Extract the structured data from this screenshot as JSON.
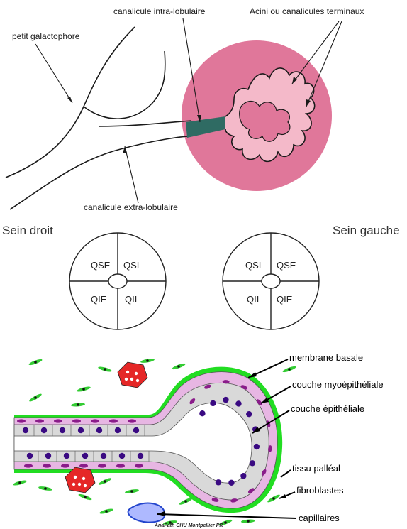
{
  "panel_top": {
    "labels": {
      "petit_galactophore": "petit galactophore",
      "canalicule_intra": "canalicule intra-lobulaire",
      "acini": "Acini ou canalicules terminaux",
      "canalicule_extra": "canalicule extra-lobulaire"
    },
    "colors": {
      "lobule": "#e0779a",
      "intra_duct": "#2f6b63",
      "line": "#1a1a1a"
    }
  },
  "panel_quadrants": {
    "sein_droit": {
      "title": "Sein droit",
      "quadrants": {
        "top_left": "QSE",
        "top_right": "QSI",
        "bottom_left": "QIE",
        "bottom_right": "QII"
      }
    },
    "sein_gauche": {
      "title": "Sein gauche",
      "quadrants": {
        "top_left": "QSI",
        "top_right": "QSE",
        "bottom_left": "QII",
        "bottom_right": "QIE"
      }
    }
  },
  "panel_histo": {
    "labels": {
      "membrane_basale": "membrane basale",
      "couche_myo": "couche myoépithéliale",
      "couche_epi": "couche épithéliale",
      "tissu_palleal": "tissu palléal",
      "fibroblastes": "fibroblastes",
      "capillaires": "capillaires"
    },
    "credit": "AnaPath CHU Montpellier PR",
    "colors": {
      "membrane": "#22dd22",
      "myo_cell": "#e7b6e3",
      "myo_nucleus": "#8a1c8a",
      "epi_cell": "#d9d9d9",
      "epi_nucleus": "#3a0a82",
      "fibroblast": "#33cc33",
      "red_cell": "#e52727",
      "capillary": "#2244cc"
    }
  }
}
